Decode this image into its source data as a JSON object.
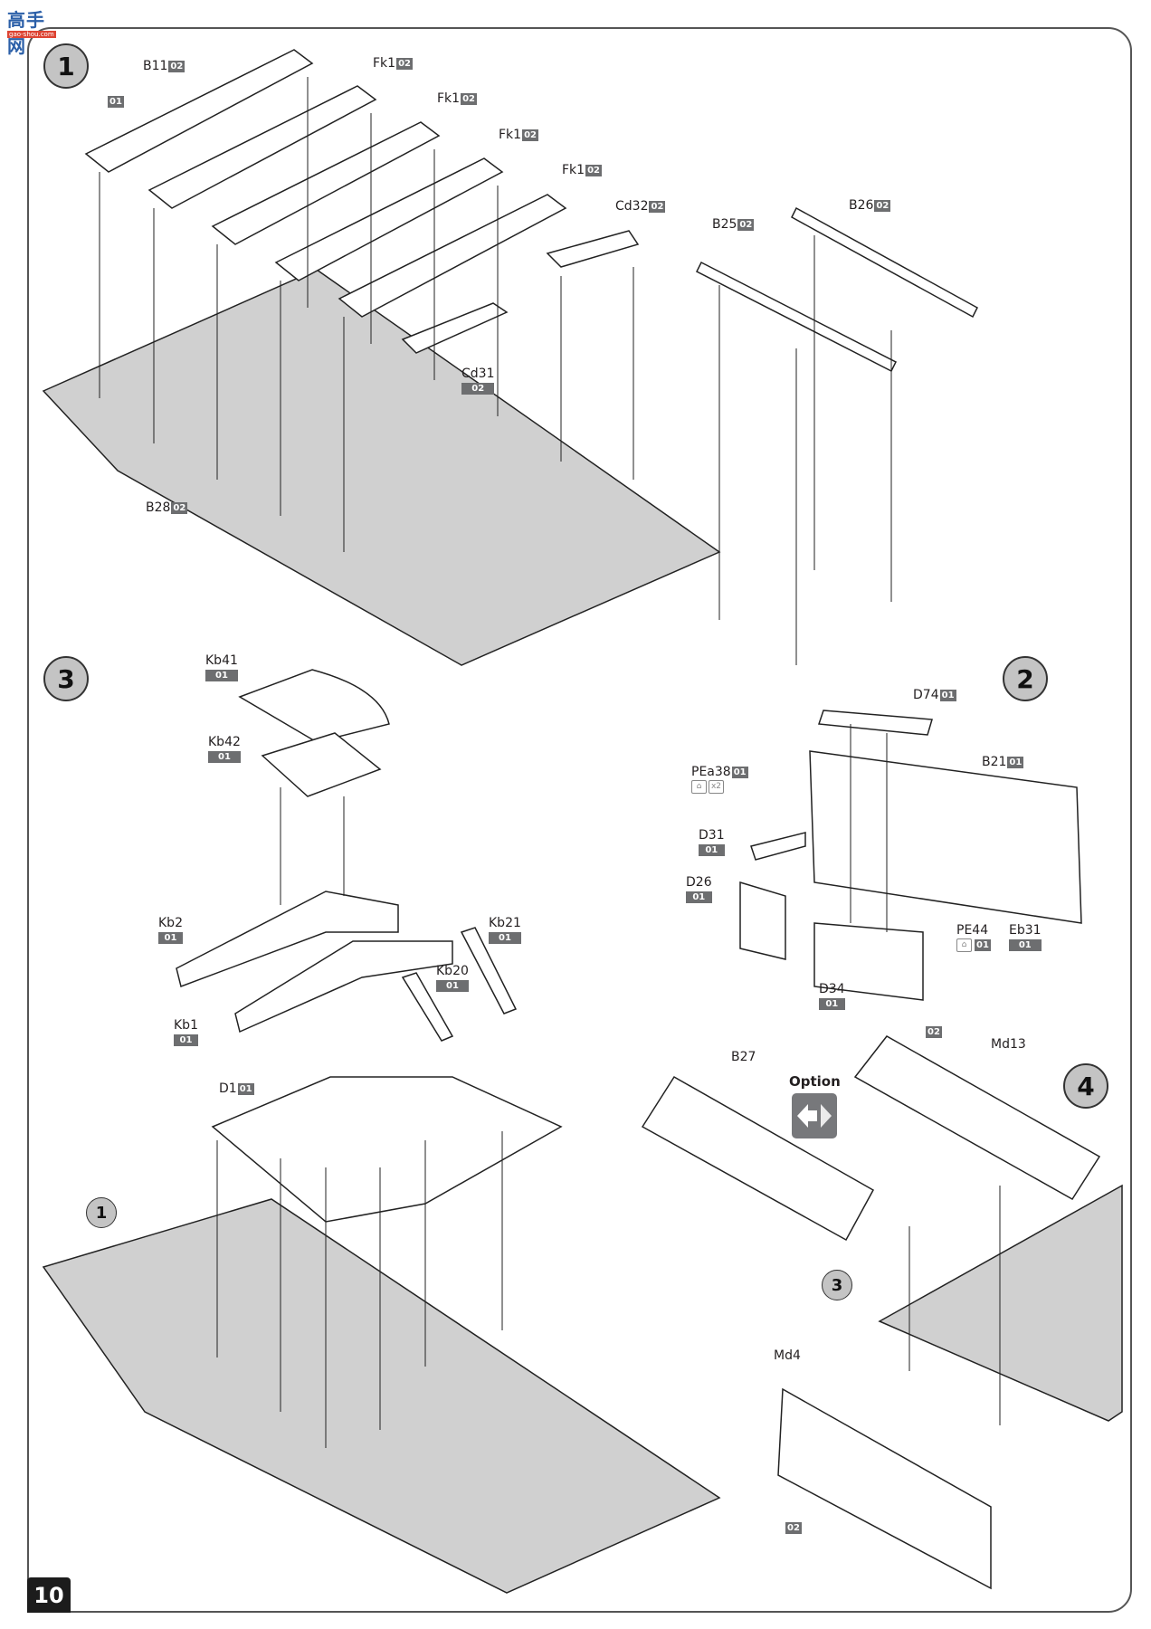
{
  "watermark": {
    "brand": "高手网",
    "url": "gao-shou.com"
  },
  "page_number": "10",
  "steps": [
    {
      "number": "1"
    },
    {
      "number": "2"
    },
    {
      "number": "3"
    },
    {
      "number": "4"
    }
  ],
  "subassembly_refs": {
    "ref_1": "1",
    "ref_3": "3"
  },
  "step1_parts": [
    {
      "part": "B11",
      "sprue": "02"
    },
    {
      "part": "",
      "sprue": "01"
    },
    {
      "part": "Fk1",
      "sprue": "02"
    },
    {
      "part": "Fk1",
      "sprue": "02"
    },
    {
      "part": "Fk1",
      "sprue": "02"
    },
    {
      "part": "Fk1",
      "sprue": "02"
    },
    {
      "part": "Cd32",
      "sprue": "02"
    },
    {
      "part": "Cd31",
      "sprue": "02"
    },
    {
      "part": "B25",
      "sprue": "02"
    },
    {
      "part": "B26",
      "sprue": "02"
    },
    {
      "part": "B28",
      "sprue": "02"
    }
  ],
  "step2_parts": [
    {
      "part": "D74",
      "sprue": "01"
    },
    {
      "part": "B21",
      "sprue": "01"
    },
    {
      "part": "PEa38",
      "sprue": "01",
      "note": "x2"
    },
    {
      "part": "D31",
      "sprue": "01"
    },
    {
      "part": "D26",
      "sprue": "01"
    },
    {
      "part": "PE44",
      "sprue": "01"
    },
    {
      "part": "Eb31",
      "sprue": "01"
    },
    {
      "part": "D34",
      "sprue": "01"
    }
  ],
  "step3_parts": [
    {
      "part": "Kb41",
      "sprue": "01"
    },
    {
      "part": "Kb42",
      "sprue": "01"
    },
    {
      "part": "Kb2",
      "sprue": "01"
    },
    {
      "part": "Kb21",
      "sprue": "01"
    },
    {
      "part": "Kb20",
      "sprue": "01"
    },
    {
      "part": "Kb1",
      "sprue": "01"
    },
    {
      "part": "D1",
      "sprue": "01"
    }
  ],
  "step4_parts": [
    {
      "part": "B27"
    },
    {
      "part": "Md13",
      "sprue": "02"
    },
    {
      "part": "Md4",
      "sprue": "02"
    }
  ],
  "option": {
    "label": "Option"
  }
}
